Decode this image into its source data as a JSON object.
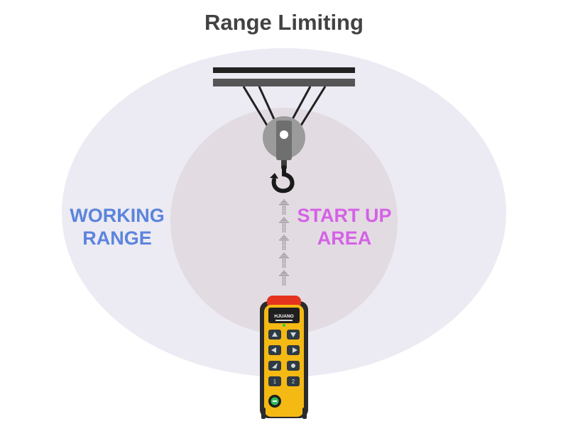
{
  "title": "Range Limiting",
  "working_range": {
    "line1": "WORKING",
    "line2": "RANGE"
  },
  "startup_area": {
    "line1": "START UP",
    "line2": "AREA"
  },
  "remote": {
    "brand": "HJUANO",
    "button_numbers": [
      "1",
      "2"
    ]
  },
  "colors": {
    "working_range_text": "#5b84dc",
    "startup_area_text": "#d462e6",
    "outer_ellipse": "#ecebf3",
    "inner_circle": "#e3dbe2",
    "remote_body": "#f5b914",
    "stop_button": "#e5341d"
  }
}
